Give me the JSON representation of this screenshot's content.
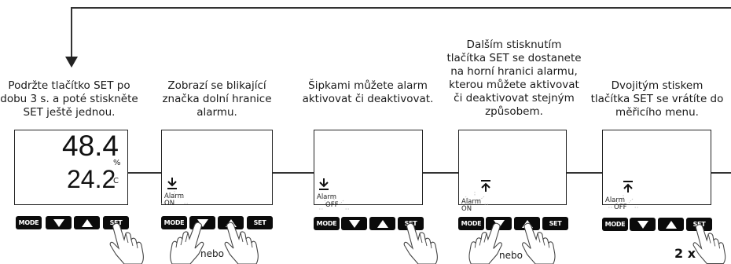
{
  "captions": [
    "Podržte tlačítko SET po dobu 3 s. a poté stiskněte SET ještě jednou.",
    "Zobrazí se blikající značka dolní hranice alarmu.",
    "Šipkami můžete alarm aktivovat či deaktivovat.",
    "Dalším stisknutím tlačítka SET se dostanete na horní hranici alarmu, kterou můžete aktivovat či deaktivovat stejným způsobem.",
    "Dvojitým stiskem tlačítka SET se vrátíte do měřicího menu."
  ],
  "caption_lines": [
    [
      "Podržte tlačítko SET po",
      "dobu 3 s. a poté stiskněte",
      "SET ještě jednou."
    ],
    [
      "Zobrazí se blikající",
      "značka dolní hranice",
      "alarmu."
    ],
    [
      "Šipkami můžete alarm",
      "aktivovat či deaktivovat."
    ],
    [
      "Dalším stisknutím",
      "tlačítka SET se dostanete",
      "na horní hranici alarmu,",
      "kterou můžete aktivovat",
      "či deaktivovat stejným",
      "způsobem."
    ],
    [
      "Dvojitým stiskem",
      "tlačítka SET se vrátíte do",
      "měřicího menu."
    ]
  ],
  "panel1": {
    "humidity": "48.4",
    "humidity_unit": "%",
    "temperature": "24.2",
    "temperature_unit": "°C"
  },
  "panel2": {
    "alarm_label": "Alarm",
    "alarm_state": "ON",
    "symbol": "low-limit"
  },
  "panel3": {
    "alarm_label": "Alarm",
    "alarm_state": "OFF",
    "symbol": "low-limit"
  },
  "panel4": {
    "alarm_label": "Alarm",
    "alarm_state": "ON",
    "symbol": "high-limit"
  },
  "panel5": {
    "alarm_label": "Alarm",
    "alarm_state": "OFF",
    "symbol": "high-limit"
  },
  "buttons": {
    "mode": "MODE",
    "set": "SET",
    "down": "down-arrow-icon",
    "up": "up-arrow-icon"
  },
  "connectors": {
    "or_text_1": "nebo",
    "or_text_2": "nebo",
    "double_press": "2 x"
  }
}
